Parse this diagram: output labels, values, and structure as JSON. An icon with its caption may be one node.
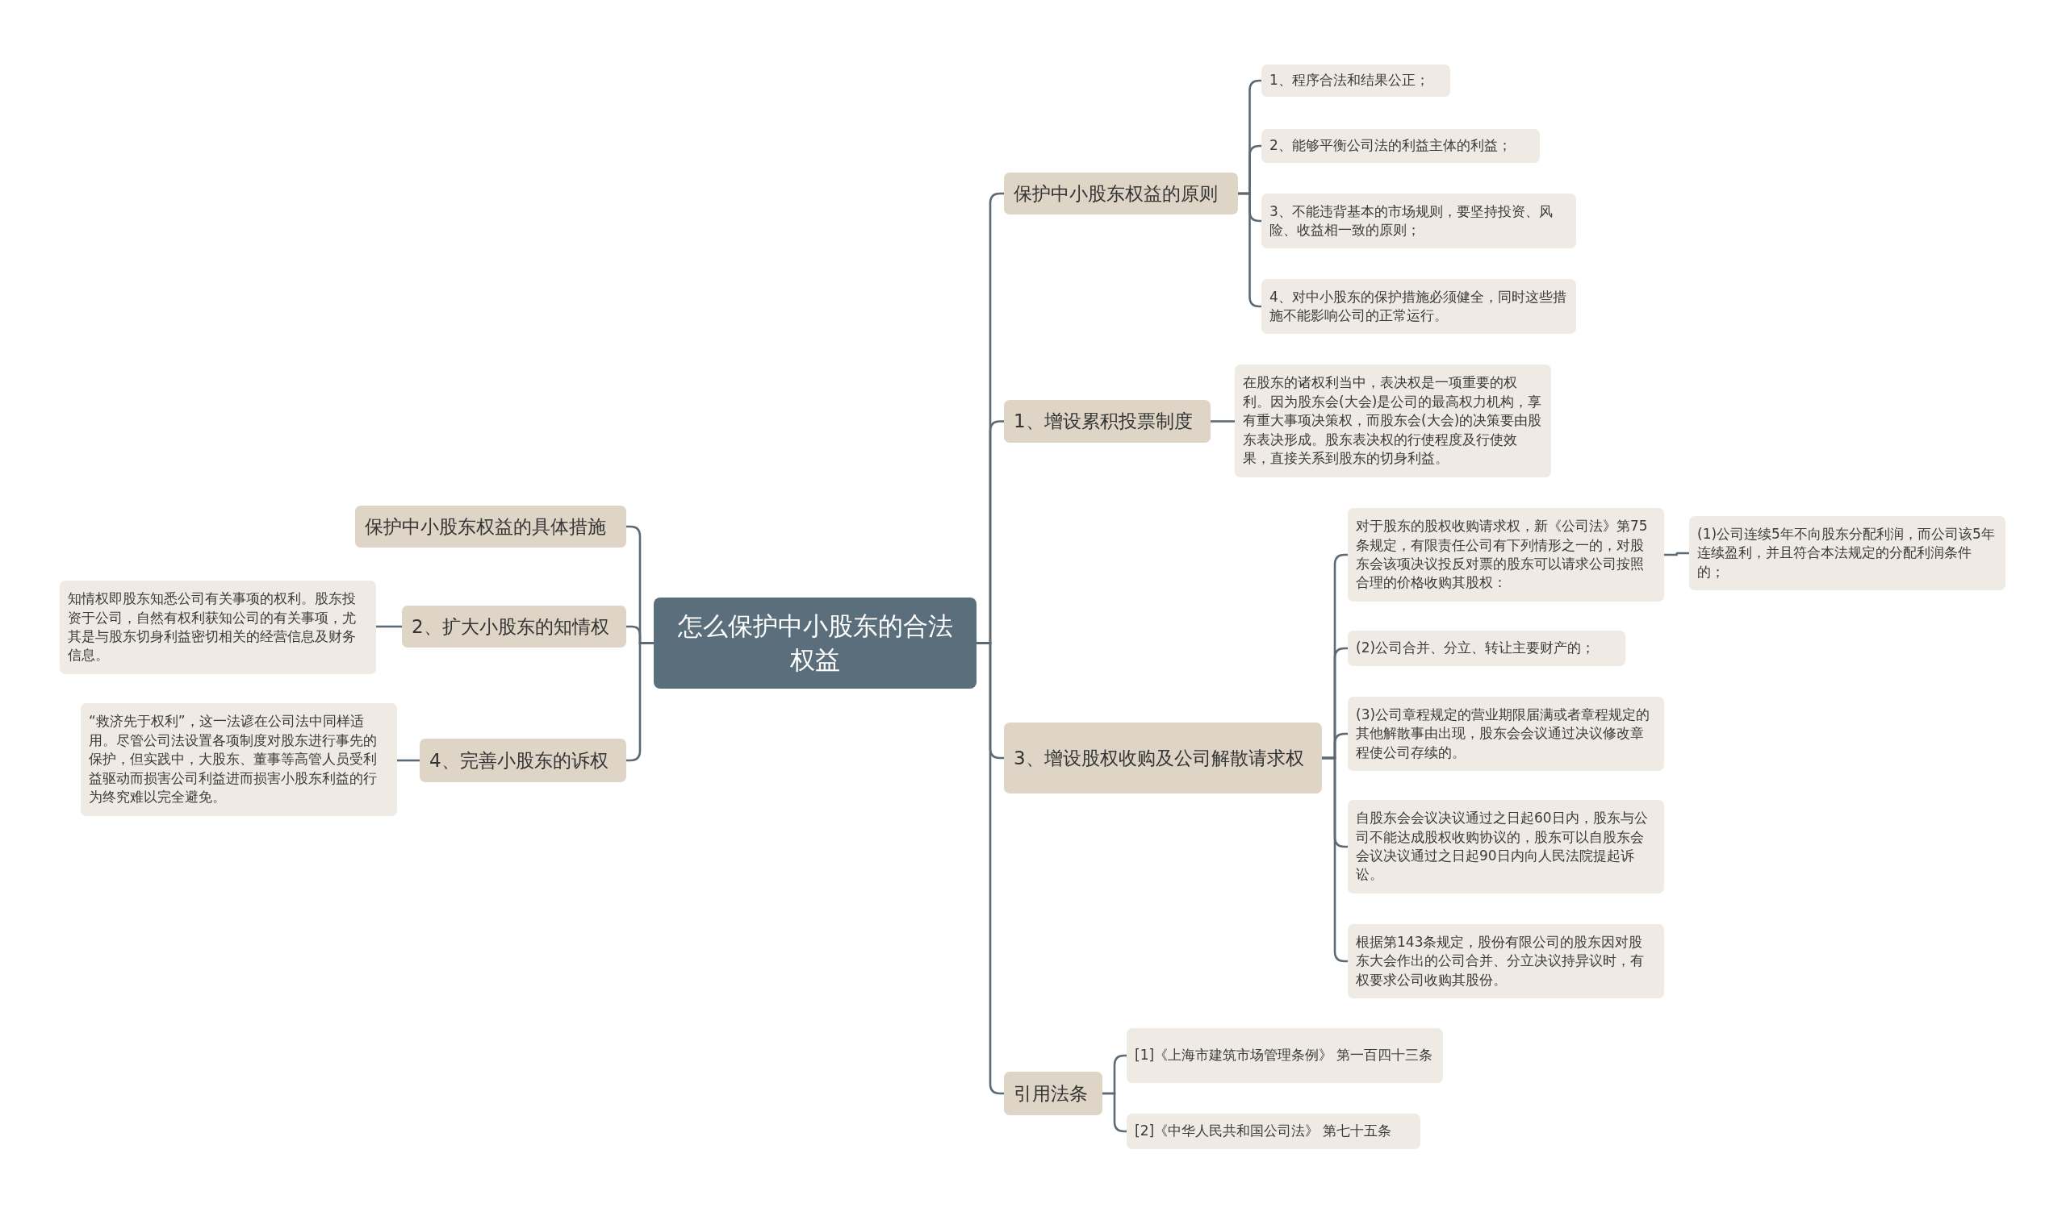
{
  "diagram": {
    "nodes": [
      {
        "text": [
          "怎么保护中小股东的合法权益"
        ]
      },
      {
        "text": [
          "保护中小股东权益的原则"
        ]
      },
      {
        "text": [
          "1、程序合法和结果公正；"
        ]
      },
      {
        "text": [
          "2、能够平衡公司法的利益主体的利益；"
        ]
      },
      {
        "text": [
          "3、不能违背基本的市场规则，要坚持投资、风险、收益相一致的原则；"
        ]
      },
      {
        "text": [
          "4、对中小股东的保护措施必须健全，同时这些措施不能影响公司的正常运行。"
        ]
      },
      {
        "text": [
          "1、增设累积投票制度"
        ]
      },
      {
        "text": [
          "在股东的诸权利当中，表决权是一项重要的权利。因为股东会(大会)是公司的最高权力机构，享有重大事项决策权，而股东会(大会)的决策要由股东表决形成。股东表决权的行使程度及行使效果，直接关系到股东的切身利益。"
        ]
      },
      {
        "text": [
          "3、增设股权收购及公司解散请求权"
        ]
      },
      {
        "text": [
          "对于股东的股权收购请求权，新《公司法》第75条规定，有限责任公司有下列情形之一的，对股东会该项决议投反对票的股东可以请求公司按照合理的价格收购其股权："
        ]
      },
      {
        "text": [
          "(1)公司连续5年不向股东分配利润，而公司该5年连续盈利，并且符合本法规定的分配利润条件的；"
        ]
      },
      {
        "text": [
          "(2)公司合并、分立、转让主要财产的；"
        ]
      },
      {
        "text": [
          "(3)公司章程规定的营业期限届满或者章程规定的其他解散事由出现，股东会会议通过决议修改章程使公司存续的。"
        ]
      },
      {
        "text": [
          "自股东会会议决议通过之日起60日内，股东与公司不能达成股权收购协议的，股东可以自股东会会议决议通过之日起90日内向人民法院提起诉讼。"
        ]
      },
      {
        "text": [
          "根据第143条规定，股份有限公司的股东因对股东大会作出的公司合并、分立决议持异议时，有权要求公司收购其股份。"
        ]
      },
      {
        "text": [
          "引用法条"
        ]
      },
      {
        "text": [
          "[1]《上海市建筑市场管理条例》 第一百四十三条"
        ]
      },
      {
        "text": [
          "[2]《中华人民共和国公司法》 第七十五条"
        ]
      },
      {
        "text": [
          "保护中小股东权益的具体措施"
        ]
      },
      {
        "text": [
          "2、扩大小股东的知情权"
        ]
      },
      {
        "text": [
          "知情权即股东知悉公司有关事项的权利。股东投资于公司，自然有权利获知公司的有关事项，尤其是与股东切身利益密切相关的经营信息及财务信息。"
        ]
      },
      {
        "text": [
          "4、完善小股东的诉权"
        ]
      },
      {
        "text": [
          "“救济先于权利”，这一法谚在公司法中同样适用。尽管公司法设置各项制度对股东进行事先的保护，但实践中，大股东、董事等高管人员受利益驱动而损害公司利益进而损害小股东利益的行为终究难以完全避免。"
        ]
      }
    ],
    "edges": [
      {
        "from": 0,
        "to": 1,
        "arrow": "none"
      },
      {
        "from": 1,
        "to": 2,
        "arrow": "none"
      },
      {
        "from": 1,
        "to": 3,
        "arrow": "none"
      },
      {
        "from": 1,
        "to": 4,
        "arrow": "none"
      },
      {
        "from": 1,
        "to": 5,
        "arrow": "none"
      },
      {
        "from": 0,
        "to": 6,
        "arrow": "none"
      },
      {
        "from": 6,
        "to": 7,
        "arrow": "none"
      },
      {
        "from": 0,
        "to": 8,
        "arrow": "none"
      },
      {
        "from": 8,
        "to": 9,
        "arrow": "none"
      },
      {
        "from": 9,
        "to": 10,
        "arrow": "none"
      },
      {
        "from": 8,
        "to": 11,
        "arrow": "none"
      },
      {
        "from": 8,
        "to": 12,
        "arrow": "none"
      },
      {
        "from": 8,
        "to": 13,
        "arrow": "none"
      },
      {
        "from": 8,
        "to": 14,
        "arrow": "none"
      },
      {
        "from": 0,
        "to": 15,
        "arrow": "none"
      },
      {
        "from": 15,
        "to": 16,
        "arrow": "none"
      },
      {
        "from": 15,
        "to": 17,
        "arrow": "none"
      },
      {
        "from": 0,
        "to": 18,
        "arrow": "none"
      },
      {
        "from": 0,
        "to": 19,
        "arrow": "none"
      },
      {
        "from": 19,
        "to": 20,
        "arrow": "none"
      },
      {
        "from": 0,
        "to": 21,
        "arrow": "none"
      },
      {
        "from": 21,
        "to": 22,
        "arrow": "none"
      }
    ]
  }
}
